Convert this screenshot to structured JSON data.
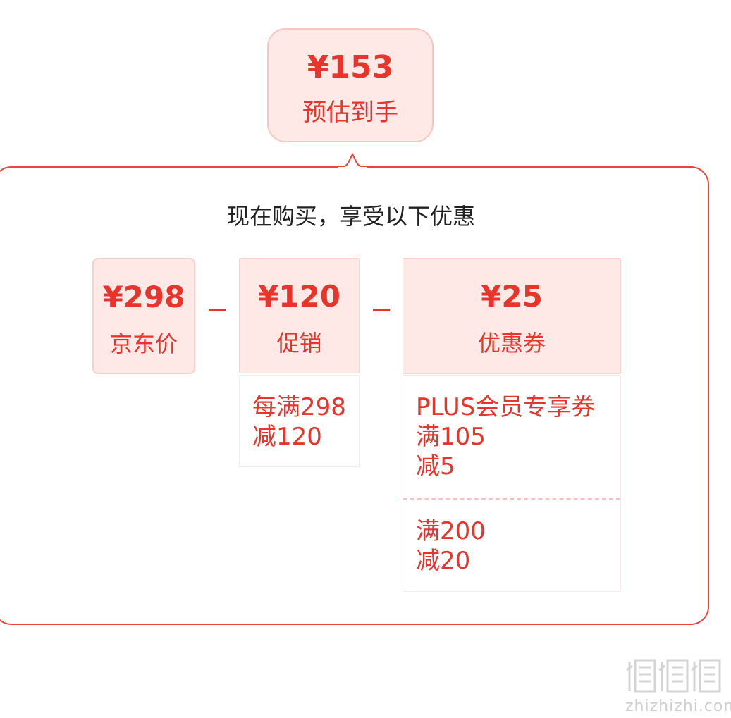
{
  "estimate": {
    "price": "¥153",
    "label": "预估到手"
  },
  "panel": {
    "title": "现在购买，享受以下优惠"
  },
  "breakdown": [
    {
      "price": "¥298",
      "label": "京东价"
    },
    {
      "price": "¥120",
      "label": "促销"
    },
    {
      "price": "¥25",
      "label": "优惠券"
    }
  ],
  "operators": [
    "−",
    "−"
  ],
  "promo_detail": {
    "line1": "每满298",
    "line2": "减120"
  },
  "coupon_detail": [
    {
      "line1": "PLUS会员专享券",
      "line2": "满105",
      "line3": "减5"
    },
    {
      "line1": "满200",
      "line2": "减20"
    }
  ],
  "watermark": {
    "text": "zhizhizhi.com"
  },
  "colors": {
    "accent": "#e8342a",
    "box_bg": "#fee9e7",
    "title_text": "#222222"
  }
}
